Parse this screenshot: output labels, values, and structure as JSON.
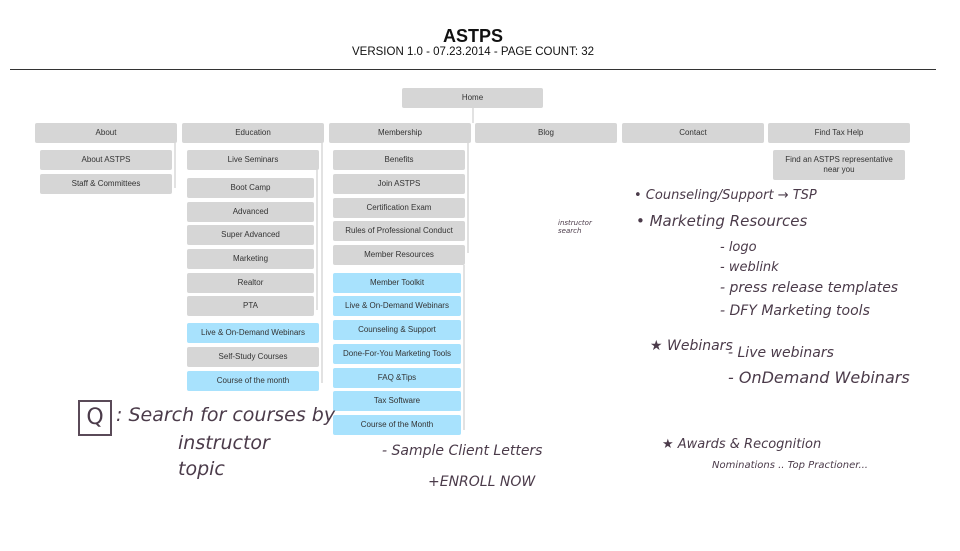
{
  "header": {
    "title": "ASTPS",
    "subtitle": "VERSION 1.0 - 07.23.2014 - PAGE COUNT: 32"
  },
  "home": "Home",
  "nav": {
    "about": {
      "label": "About",
      "children": [
        "About ASTPS",
        "Staff & Committees"
      ]
    },
    "education": {
      "label": "Education",
      "live_seminars": "Live Seminars",
      "seminars": [
        "Boot Camp",
        "Advanced",
        "Super Advanced",
        "Marketing",
        "Realtor",
        "PTA"
      ],
      "others": [
        "Live & On-Demand Webinars",
        "Self-Study Courses",
        "Course of the month"
      ]
    },
    "membership": {
      "label": "Membership",
      "children": [
        "Benefits",
        "Join ASTPS",
        "Certification Exam",
        "Rules of Professional Conduct",
        "Member Resources"
      ],
      "resources": [
        "Member Toolkit",
        "Live & On-Demand Webinars",
        "Counseling & Support",
        "Done-For-You Marketing Tools",
        "FAQ &Tips",
        "Tax Software",
        "Course of the Month"
      ]
    },
    "blog": {
      "label": "Blog"
    },
    "contact": {
      "label": "Contact"
    },
    "find": {
      "label": "Find Tax Help",
      "children": [
        "Find an ASTPS representative near you"
      ]
    }
  },
  "notes": {
    "q_icon": "Q",
    "search": ": Search for courses by",
    "instructor": "instructor",
    "topic": "topic",
    "sample": "- Sample Client Letters",
    "enroll": "+ENROLL NOW",
    "instructor_search": "instructor search",
    "counseling": "• Counseling/Support → TSP",
    "marketing": "• Marketing Resources",
    "logo": "- logo",
    "weblink": "- weblink",
    "press": "- press release templates",
    "dfy": "- DFY Marketing tools",
    "webinars": "★ Webinars",
    "live_web": "- Live webinars",
    "ondemand": "- OnDemand Webinars",
    "awards": "★ Awards & Recognition",
    "nominations": "Nominations .. Top Practioner..."
  }
}
